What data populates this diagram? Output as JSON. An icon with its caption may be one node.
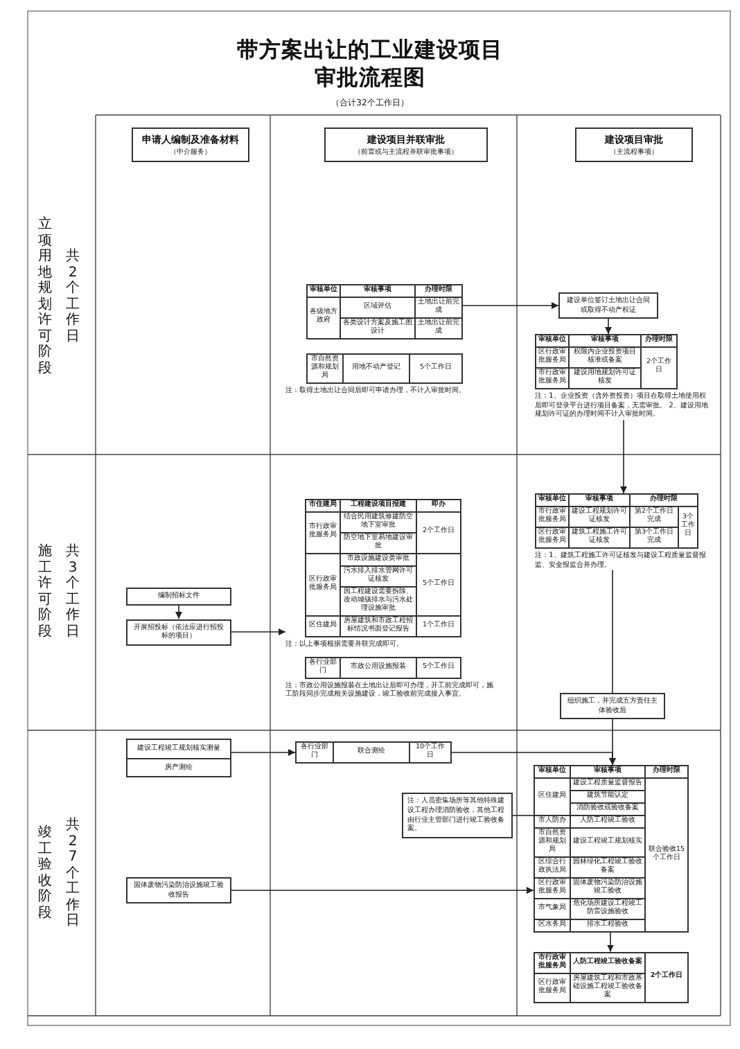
{
  "diagram": {
    "title": "带方案出让的工业建设项目审批流程图",
    "nodes": [
      {
        "text": [
          "申请人编制及准备材料",
          "（中介服务）"
        ]
      },
      {
        "text": [
          "建设项目并联审批",
          "（前置或与主流程并联审批事项）"
        ]
      },
      {
        "text": [
          "建设项目审批",
          "（主流程事项）"
        ]
      },
      {
        "text": [
          "审核单位",
          "审核事项",
          "办理时限",
          "各级地方政府",
          "区域评估",
          "土地出让前完成",
          "各类设计方案及施工图设计",
          "土地出让前完成"
        ]
      },
      {
        "text": [
          "市自然资源和规划局",
          "用地不动产登记",
          "5个工作日"
        ],
        "beside": [
          "注：取得土地出让合同后即可申请办理，不计入审批时间。"
        ]
      },
      {
        "text": [
          "建设单位签订土地出让合同或取得不动产权证"
        ]
      },
      {
        "text": [
          "审核单位",
          "审核事项",
          "办理时限",
          "区行政审批服务局",
          "权限内企业投资项目核准或备案",
          "2个工作日",
          "市行政审批服务局",
          "建设用地规划许可证核发"
        ],
        "beside": [
          "注：1、企业投资（含外资投资）项目在取得土地使用权后即可登录平台进行项目备案，无需审批。 2、建设用地规划许可证的办理时间不计入审批时间。"
        ]
      },
      {
        "text": [
          "编制招标文件"
        ]
      },
      {
        "text": [
          "开展招投标（依法应进行招投标的项目）"
        ]
      },
      {
        "text": [
          "市住建局",
          "工程建设项目报建",
          "即办",
          "市行政审批服务局",
          "结合民用建筑修建防空地下室审批",
          "防空地下室易地建设审批",
          "2个工作日",
          "区行政审批服务局",
          "市政设施建设类审批",
          "污水排入排水管网许可证核发",
          "因工程建设需要拆除、改动城镇排水与污水处理设施审批",
          "5个工作日",
          "区住建局",
          "房屋建筑和市政工程招标情况书面登记报告",
          "1个工作日"
        ],
        "beside": [
          "注：以上事项根据需要并联完成即可。"
        ]
      },
      {
        "text": [
          "各行业部门",
          "市政公用设施报装",
          "5个工作日"
        ],
        "beside": [
          "注：市政公用设施报装在土地出让后即可办理，开工前完成即可，施工阶段同步完成相关设施建设，竣工验收前完成接入事宜。"
        ]
      },
      {
        "text": [
          "审核单位",
          "审核事项",
          "办理时限",
          "市行政审批服务局",
          "建设工程规划许可证核发",
          "第2个工作日完成",
          "3个工作日",
          "区行政审批服务局",
          "建筑工程施工许可证核发",
          "第3个工作日完成"
        ],
        "beside": [
          "注：1、建筑工程施工许可证核发与建设工程质量监督报监、安全报监合并办理。"
        ]
      },
      {
        "text": [
          "组织施工，并完成五方责任主体验收后"
        ]
      },
      {
        "text": [
          "建设工程竣工规划核实测量",
          "房产测绘"
        ]
      },
      {
        "text": [
          "各行业部门",
          "联合测绘",
          "10个工作日"
        ]
      },
      {
        "text": [
          "注：人员密集场所等其他特殊建设工程办理消防验收，其他工程由行业主管部门进行竣工验收备案。"
        ]
      },
      {
        "text": [
          "固体废物污染防治设施竣工验收报告"
        ]
      },
      {
        "text": [
          "审核单位",
          "审核事项",
          "办理时限",
          "区住建局",
          "建设工程质量监督报告",
          "建筑节能认定",
          "消防验收或验收备案",
          "市人防办",
          "人防工程竣工验收",
          "市自然资源和规划局",
          "建设工程竣工规划核实",
          "区综合行政执法局",
          "园林绿化工程竣工验收备案",
          "区行政审批服务局",
          "固体废物污染防治设施竣工验收",
          "市气象局",
          "危化场所建设工程竣工防雷设施验收",
          "区水务局",
          "排水工程验收",
          "联合验收15个工作日"
        ]
      },
      {
        "text": [
          "市行政审批服务局",
          "人防工程竣工验收备案",
          "2个工作日",
          "区行政审批服务局",
          "房屋建筑工程和市政基础设施工程竣工验收备案"
        ]
      }
    ],
    "edges": [
      {
        "from": 3,
        "to": 5,
        "arrow": "to"
      },
      {
        "from": 5,
        "to": 6,
        "arrow": "to"
      },
      {
        "from": 6,
        "to": 11,
        "arrow": "to"
      },
      {
        "from": 7,
        "to": 8,
        "arrow": "to"
      },
      {
        "from": 8,
        "to": 9,
        "arrow": "to"
      },
      {
        "from": 11,
        "to": 12,
        "arrow": "none"
      },
      {
        "from": 13,
        "to": 14,
        "arrow": "to"
      },
      {
        "from": 14,
        "to": 17,
        "arrow": "to"
      },
      {
        "from": 12,
        "to": 17,
        "arrow": "to"
      },
      {
        "from": 15,
        "to": 17,
        "arrow": "none"
      },
      {
        "from": 16,
        "to": 17,
        "arrow": "to"
      },
      {
        "from": 17,
        "to": 18,
        "arrow": "to"
      }
    ],
    "labels": [
      "（合计32个工作日）",
      "立项用地规划许可阶段",
      "共2个工作日",
      "施工许可阶段",
      "共3个工作日",
      "竣工验收阶段",
      "共27个工作日"
    ]
  }
}
